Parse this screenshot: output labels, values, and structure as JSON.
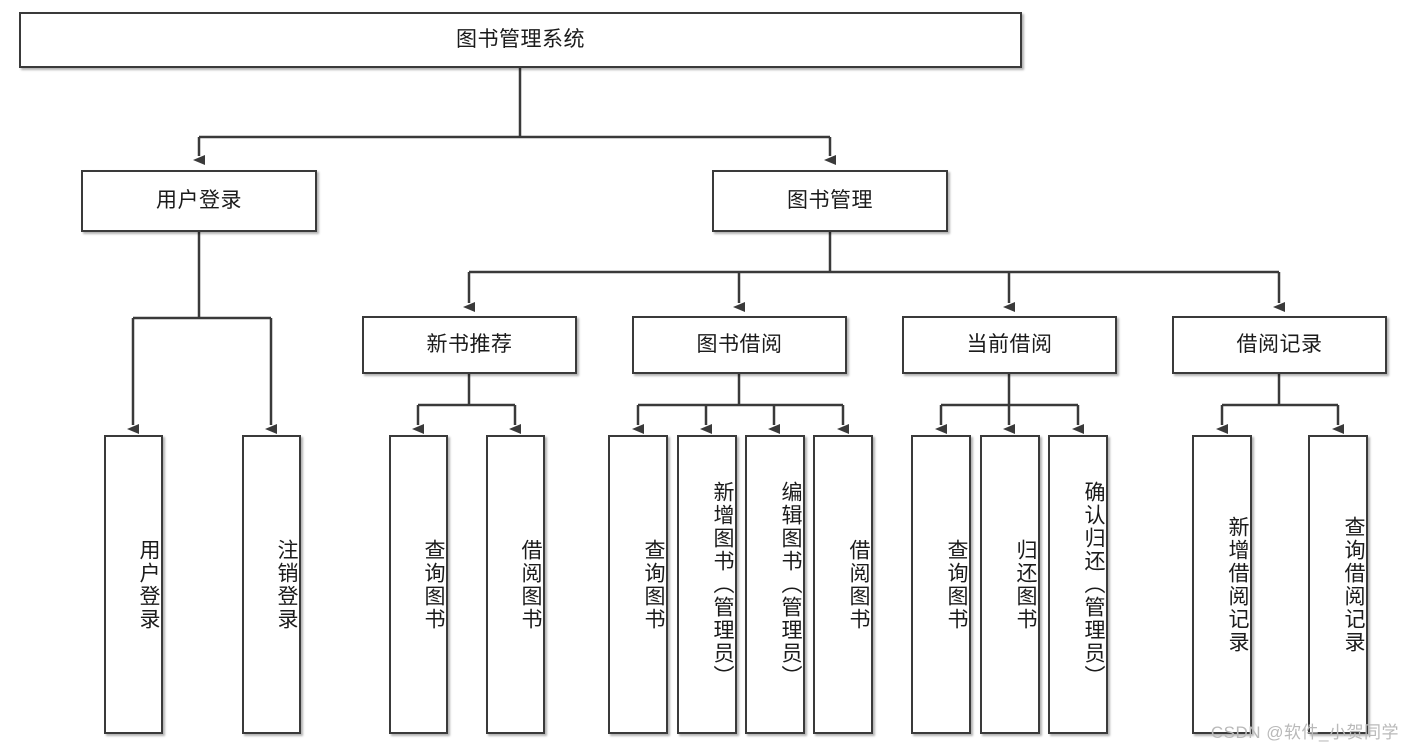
{
  "diagram": {
    "title": "图书管理系统",
    "type": "tree-hierarchy",
    "root": {
      "label": "图书管理系统"
    },
    "level2": [
      {
        "label": "用户登录"
      },
      {
        "label": "图书管理"
      }
    ],
    "level3": [
      {
        "label": "新书推荐"
      },
      {
        "label": "图书借阅"
      },
      {
        "label": "当前借阅"
      },
      {
        "label": "借阅记录"
      }
    ],
    "leaves": {
      "user_login": [
        {
          "label": "用户登录"
        },
        {
          "label": "注销登录"
        }
      ],
      "new_book_recommend": [
        {
          "label": "查询图书"
        },
        {
          "label": "借阅图书"
        }
      ],
      "book_borrow": [
        {
          "label": "查询图书"
        },
        {
          "label": "新增图书（管理员）"
        },
        {
          "label": "编辑图书（管理员）"
        },
        {
          "label": "借阅图书"
        }
      ],
      "current_borrow": [
        {
          "label": "查询图书"
        },
        {
          "label": "归还图书"
        },
        {
          "label": "确认归还（管理员）"
        }
      ],
      "borrow_record": [
        {
          "label": "新增借阅记录"
        },
        {
          "label": "查询借阅记录"
        }
      ]
    }
  },
  "watermark": {
    "text": "CSDN @软件_小贺同学"
  },
  "colors": {
    "box_border": "#3a3a3a",
    "box_fill": "#ffffff",
    "edge": "#3a3a3a",
    "text": "#1b1b1b",
    "watermark": "#b9b9b9",
    "background": "#ffffff"
  }
}
